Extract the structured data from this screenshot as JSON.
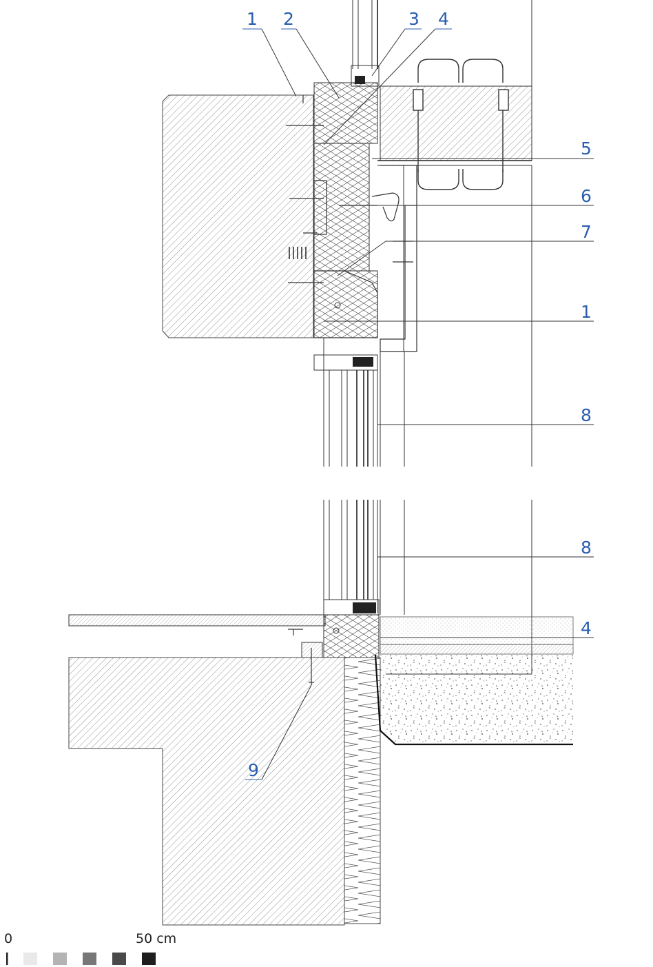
{
  "callouts": {
    "c1_top": "1",
    "c2": "2",
    "c3": "3",
    "c4_top": "4",
    "c5": "5",
    "c6": "6",
    "c7": "7",
    "c1_mid": "1",
    "c8_top": "8",
    "c8_bottom": "8",
    "c4_bottom": "4",
    "c9": "9"
  },
  "scale": {
    "zero_label": "0",
    "max_label": "50 cm",
    "swatch_colors": [
      "#e9e9e9",
      "#b4b4b4",
      "#777777",
      "#4a4a4a",
      "#1e1e1e"
    ]
  },
  "colors": {
    "callout": "#2a5db0",
    "line": "#333333"
  }
}
